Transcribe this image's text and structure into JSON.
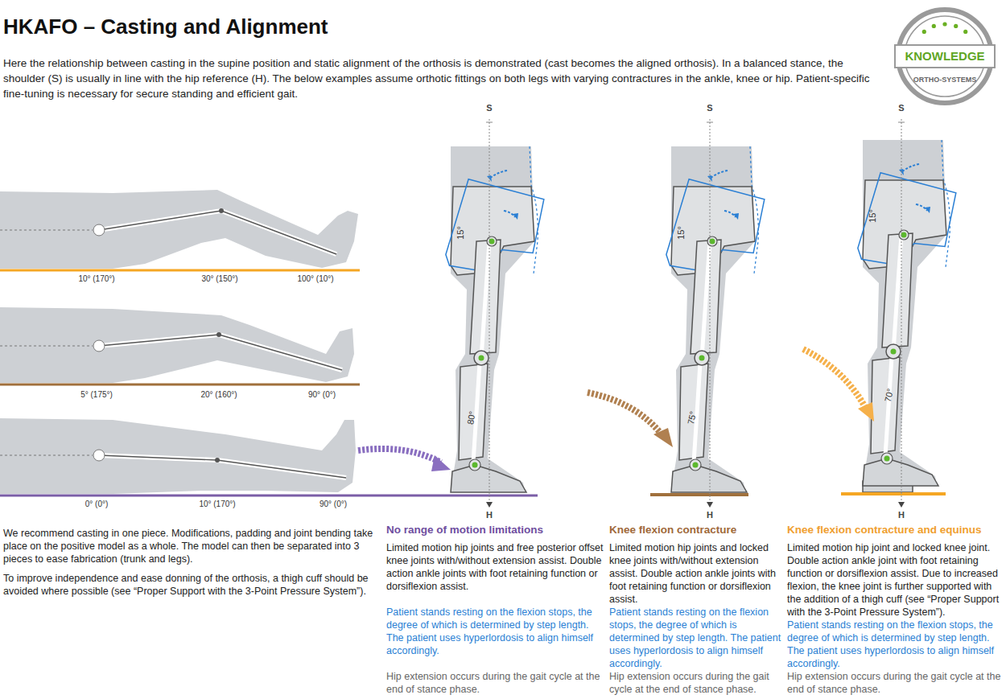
{
  "diagram": {
    "title": "HKAFO – Casting and Alignment",
    "nodes": [
      {
        "text": [
          "KNOWLEDGE",
          "ORTHO-SYSTEMS"
        ]
      }
    ],
    "labels": [
      "Here the relationship between casting in the supine position and static alignment of the orthosis is demonstrated (cast becomes the aligned orthosis). In a balanced stance, the shoulder (S) is usually in line with the hip reference (H). The below examples assume orthotic fittings on both legs with varying contractures in the ankle, knee or hip. Patient-specific fine-tuning is necessary for secure standing and efficient gait.",
      "10° (170°)",
      "30° (150°)",
      "100° (10°)",
      "5° (175°)",
      "20° (160°)",
      "90° (0°)",
      "0° (0°)",
      "10° (170°)",
      "90° (0°)",
      "S",
      "15°",
      "80°",
      "H",
      "S",
      "15°",
      "75°",
      "H",
      "S",
      "15°",
      "70°",
      "H",
      "We recommend casting in one piece. Modifications, padding and joint bending take place on the positive model as a whole. The model can then be separated into 3 pieces to ease fabrication (trunk and legs).",
      "To improve independence and ease donning of the orthosis, a thigh cuff should be avoided where possible (see “Proper Support with the 3-Point Pressure System”).",
      "No range of motion limitations",
      "Limited motion hip joints and free posterior offset knee joints with/without extension assist. Double action ankle joints with foot retaining function or dorsiflexion assist.",
      "Patient stands resting on the flexion stops, the degree of which is determined by step length. The patient uses hyperlordosis to align himself accordingly.",
      "Hip extension occurs during the gait cycle at the end of stance phase.",
      "Knee flexion contracture",
      "Limited motion hip joints and locked knee joints with/without extension assist. Double action ankle joints with foot retaining function or dorsiflexion assist.",
      "Patient stands resting on the flexion stops, the degree of which is determined by step length. The patient uses hyperlordosis to align himself accordingly.",
      "Hip extension occurs during the gait cycle at the end of stance phase.",
      "Knee flexion contracture and equinus",
      "Limited motion hip joint and locked knee joint. Double action ankle joint with foot retaining function or dorsiflexion assist. Due to increased flexion, the knee joint is further supported with the addition of a thigh cuff (see “Proper Support with the 3-Point Pressure System”).",
      "Patient stands resting on the flexion stops, the degree of which is determined by step length. The patient uses hyperlordosis to align himself accordingly.",
      "Hip extension occurs during the gait cycle at the end of stance phase."
    ]
  }
}
